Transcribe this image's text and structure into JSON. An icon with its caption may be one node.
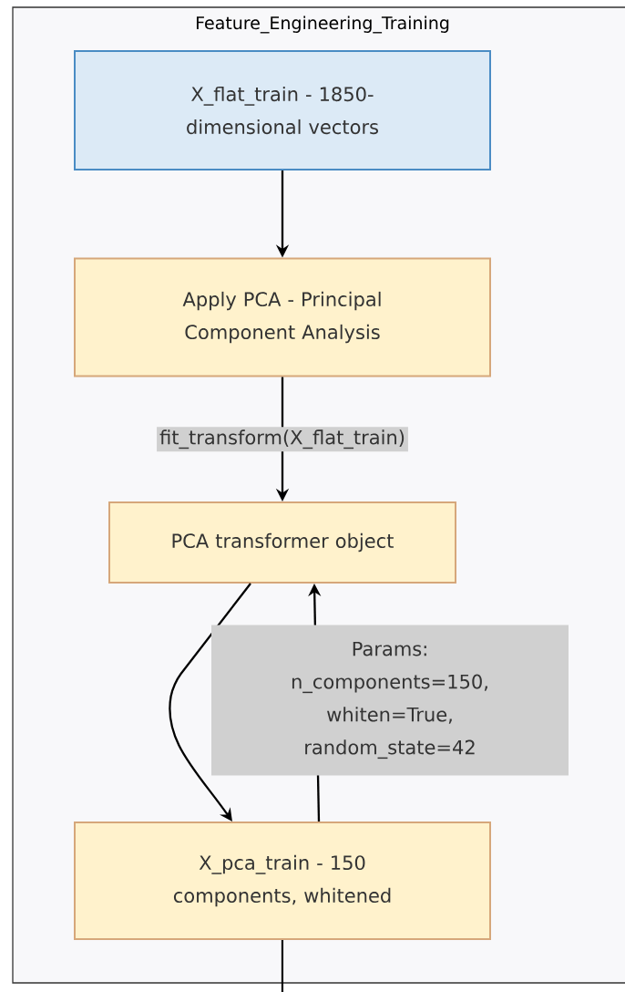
{
  "diagram": {
    "nodes": [
      {
        "text": [
          "Feature_Engineering_Training"
        ]
      },
      {
        "text": [
          "X_flat_train - 1850-dimensional vectors"
        ],
        "in": 0
      },
      {
        "text": [
          "Apply PCA - Principal Component Analysis"
        ],
        "in": 0
      },
      {
        "text": [
          "PCA transformer object"
        ],
        "in": 0
      },
      {
        "text": [
          "X_pca_train - 150 components, whitened"
        ],
        "in": 0
      }
    ],
    "edges": [
      {
        "from": 1,
        "to": 2,
        "arrow": "to"
      },
      {
        "from": 2,
        "to": 3,
        "arrow": "to",
        "label": "fit_transform(X_flat_train)"
      },
      {
        "from": 3,
        "to": 4,
        "arrow": "to"
      },
      {
        "from": 4,
        "to": 3,
        "arrow": "to",
        "label": "Params: n_components=150, whiten=True, random_state=42"
      },
      {
        "from": 4,
        "to": null,
        "arrow": "none"
      }
    ]
  }
}
